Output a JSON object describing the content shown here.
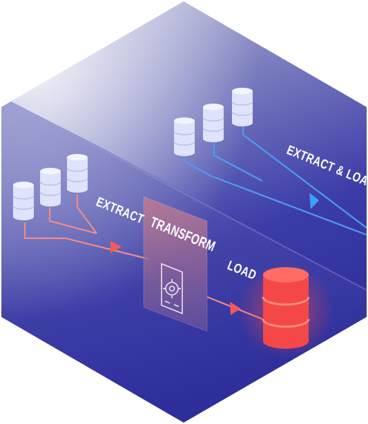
{
  "labels": {
    "extract": "EXTRACT",
    "transform": "TRANSFORM",
    "load": "LOAD",
    "extract_load": "EXTRACT & LOAD"
  },
  "colors": {
    "background_top": "#8f91c8",
    "background_bottom": "#2f2f9c",
    "white_database": "#e9ecff",
    "red_database": "#f24b4b",
    "etl_line": "#f08c86",
    "elt_line": "#4f9cf0",
    "transform_panel": "#a86a8c"
  },
  "icons": {
    "transform_symbol": "document-gear-icon",
    "arrow": "triangle-arrow-icon"
  }
}
